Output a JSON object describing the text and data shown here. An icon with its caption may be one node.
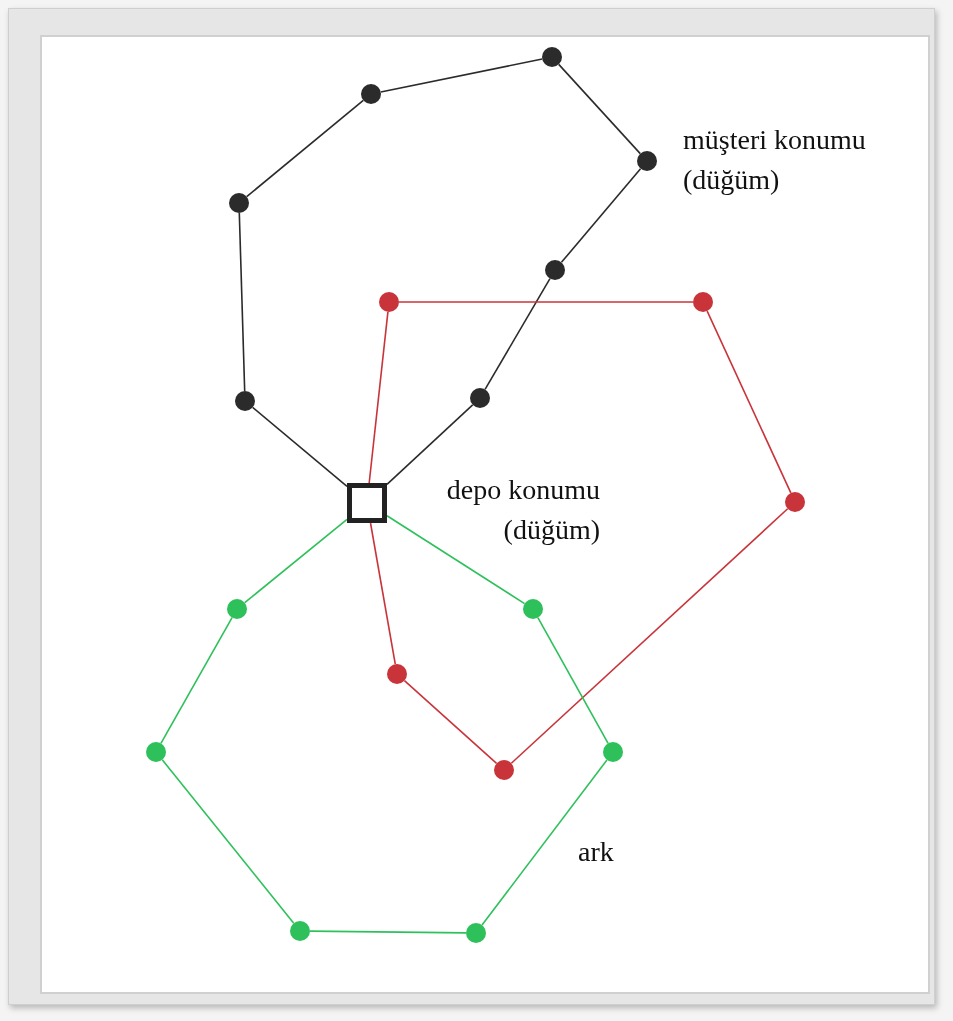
{
  "diagram": {
    "nodes": [
      {
        "text": [],
        "shape": "circle"
      },
      {
        "text": [],
        "shape": "circle"
      },
      {
        "text": [],
        "shape": "circle"
      },
      {
        "text": [],
        "shape": "circle"
      },
      {
        "text": [],
        "shape": "circle"
      },
      {
        "text": [],
        "shape": "circle"
      },
      {
        "text": [],
        "shape": "circle"
      },
      {
        "text": [],
        "shape": "circle"
      },
      {
        "text": [],
        "shape": "circle"
      },
      {
        "text": [],
        "shape": "box"
      },
      {
        "text": [],
        "shape": "circle"
      },
      {
        "text": [],
        "shape": "circle"
      },
      {
        "text": [],
        "shape": "circle"
      },
      {
        "text": [],
        "shape": "circle"
      },
      {
        "text": [],
        "shape": "circle"
      },
      {
        "text": [],
        "shape": "circle"
      },
      {
        "text": [],
        "shape": "circle"
      },
      {
        "text": [],
        "shape": "circle"
      },
      {
        "text": [],
        "shape": "circle"
      }
    ],
    "edges": [
      {
        "from": 9,
        "to": 8,
        "arrow": "none"
      },
      {
        "from": 8,
        "to": 3,
        "arrow": "none"
      },
      {
        "from": 3,
        "to": 1,
        "arrow": "none"
      },
      {
        "from": 1,
        "to": 0,
        "arrow": "none"
      },
      {
        "from": 0,
        "to": 2,
        "arrow": "none"
      },
      {
        "from": 2,
        "to": 4,
        "arrow": "none"
      },
      {
        "from": 4,
        "to": 7,
        "arrow": "none"
      },
      {
        "from": 7,
        "to": 9,
        "arrow": "none"
      },
      {
        "from": 9,
        "to": 5,
        "arrow": "none",
        "color": "#c8343a"
      },
      {
        "from": 5,
        "to": 6,
        "arrow": "none",
        "color": "#c8343a"
      },
      {
        "from": 6,
        "to": 10,
        "arrow": "none",
        "color": "#c8343a"
      },
      {
        "from": 10,
        "to": 16,
        "arrow": "none",
        "color": "#c8343a"
      },
      {
        "from": 16,
        "to": 13,
        "arrow": "none",
        "color": "#c8343a"
      },
      {
        "from": 13,
        "to": 9,
        "arrow": "none",
        "color": "#c8343a"
      },
      {
        "from": 9,
        "to": 11,
        "arrow": "none",
        "color": "#2ec05a"
      },
      {
        "from": 11,
        "to": 14,
        "arrow": "none",
        "color": "#2ec05a"
      },
      {
        "from": 14,
        "to": 17,
        "arrow": "none",
        "color": "#2ec05a"
      },
      {
        "from": 17,
        "to": 18,
        "arrow": "none",
        "color": "#2ec05a"
      },
      {
        "from": 18,
        "to": 15,
        "arrow": "none",
        "color": "#2ec05a"
      },
      {
        "from": 15,
        "to": 12,
        "arrow": "none",
        "color": "#2ec05a"
      },
      {
        "from": 12,
        "to": 9,
        "arrow": "none",
        "color": "#2ec05a"
      }
    ],
    "labels": [
      "müşteri konumu (düğüm)",
      "depo konumu (düğüm)",
      "ark"
    ]
  }
}
